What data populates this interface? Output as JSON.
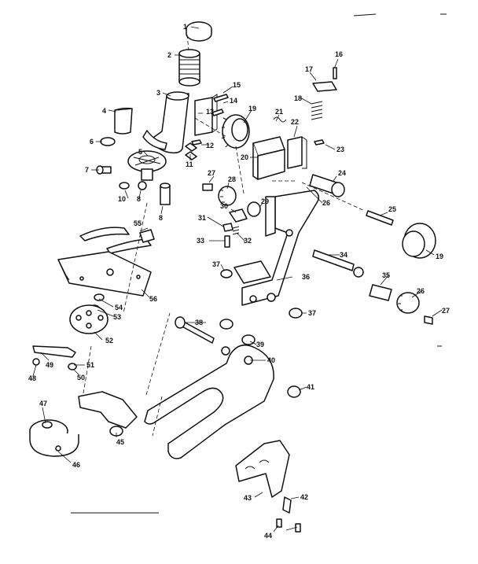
{
  "callouts": [
    {
      "id": "1",
      "text": "1"
    },
    {
      "id": "2",
      "text": "2"
    },
    {
      "id": "3",
      "text": "3"
    },
    {
      "id": "4",
      "text": "4"
    },
    {
      "id": "5",
      "text": "5"
    },
    {
      "id": "6",
      "text": "6"
    },
    {
      "id": "7",
      "text": "7"
    },
    {
      "id": "8a",
      "text": "8"
    },
    {
      "id": "8b",
      "text": "8"
    },
    {
      "id": "10",
      "text": "10"
    },
    {
      "id": "11",
      "text": "11"
    },
    {
      "id": "12",
      "text": "12"
    },
    {
      "id": "13",
      "text": "13"
    },
    {
      "id": "14",
      "text": "14"
    },
    {
      "id": "15",
      "text": "15"
    },
    {
      "id": "16",
      "text": "16"
    },
    {
      "id": "17",
      "text": "17"
    },
    {
      "id": "18",
      "text": "18"
    },
    {
      "id": "19a",
      "text": "19"
    },
    {
      "id": "19b",
      "text": "19"
    },
    {
      "id": "20",
      "text": "20"
    },
    {
      "id": "21",
      "text": "21"
    },
    {
      "id": "22",
      "text": "22"
    },
    {
      "id": "23",
      "text": "23"
    },
    {
      "id": "24",
      "text": "24"
    },
    {
      "id": "25",
      "text": "25"
    },
    {
      "id": "26a",
      "text": "26"
    },
    {
      "id": "26b",
      "text": "26"
    },
    {
      "id": "27a",
      "text": "27"
    },
    {
      "id": "27b",
      "text": "27"
    },
    {
      "id": "28",
      "text": "28"
    },
    {
      "id": "29",
      "text": "29"
    },
    {
      "id": "30",
      "text": "30"
    },
    {
      "id": "31",
      "text": "31"
    },
    {
      "id": "32",
      "text": "32"
    },
    {
      "id": "33",
      "text": "33"
    },
    {
      "id": "34",
      "text": "34"
    },
    {
      "id": "35",
      "text": "35"
    },
    {
      "id": "36",
      "text": "36"
    },
    {
      "id": "37a",
      "text": "37"
    },
    {
      "id": "37b",
      "text": "37"
    },
    {
      "id": "38",
      "text": "38"
    },
    {
      "id": "39",
      "text": "39"
    },
    {
      "id": "40",
      "text": "40"
    },
    {
      "id": "41",
      "text": "41"
    },
    {
      "id": "42",
      "text": "42"
    },
    {
      "id": "43",
      "text": "43"
    },
    {
      "id": "44",
      "text": "44"
    },
    {
      "id": "45",
      "text": "45"
    },
    {
      "id": "46",
      "text": "46"
    },
    {
      "id": "47",
      "text": "47"
    },
    {
      "id": "48",
      "text": "48"
    },
    {
      "id": "49",
      "text": "49"
    },
    {
      "id": "50",
      "text": "50"
    },
    {
      "id": "51",
      "text": "51"
    },
    {
      "id": "52",
      "text": "52"
    },
    {
      "id": "53",
      "text": "53"
    },
    {
      "id": "54",
      "text": "54"
    },
    {
      "id": "55",
      "text": "55"
    },
    {
      "id": "56",
      "text": "56"
    }
  ]
}
